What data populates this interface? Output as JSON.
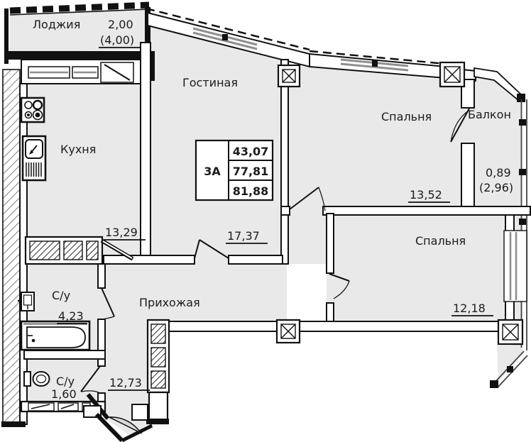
{
  "plan": {
    "unit_table": {
      "unit": "3А",
      "rows": [
        "43,07",
        "77,81",
        "81,88"
      ]
    },
    "rooms": {
      "loggia": {
        "name": "Лоджия",
        "area": "2,00",
        "area_total": "(4,00)"
      },
      "kitchen": {
        "name": "Кухня",
        "area": "13,29"
      },
      "living": {
        "name": "Гостиная",
        "area": "17,37"
      },
      "bedroom1": {
        "name": "Спальня",
        "area": "13,52"
      },
      "balcony": {
        "name": "Балкон",
        "area": "0,89",
        "area_total": "(2,96)"
      },
      "bedroom2": {
        "name": "Спальня",
        "area": "12,18"
      },
      "hallway": {
        "name": "Прихожая",
        "area": "12,73"
      },
      "bathroom": {
        "name": "С/у",
        "area": "4,23"
      },
      "wc": {
        "name": "С/у",
        "area": "1,60"
      }
    },
    "colors": {
      "wall": "#111111",
      "room_fill": "#e9e9e9",
      "background": "#ffffff",
      "window": "#8f8f8f"
    }
  }
}
